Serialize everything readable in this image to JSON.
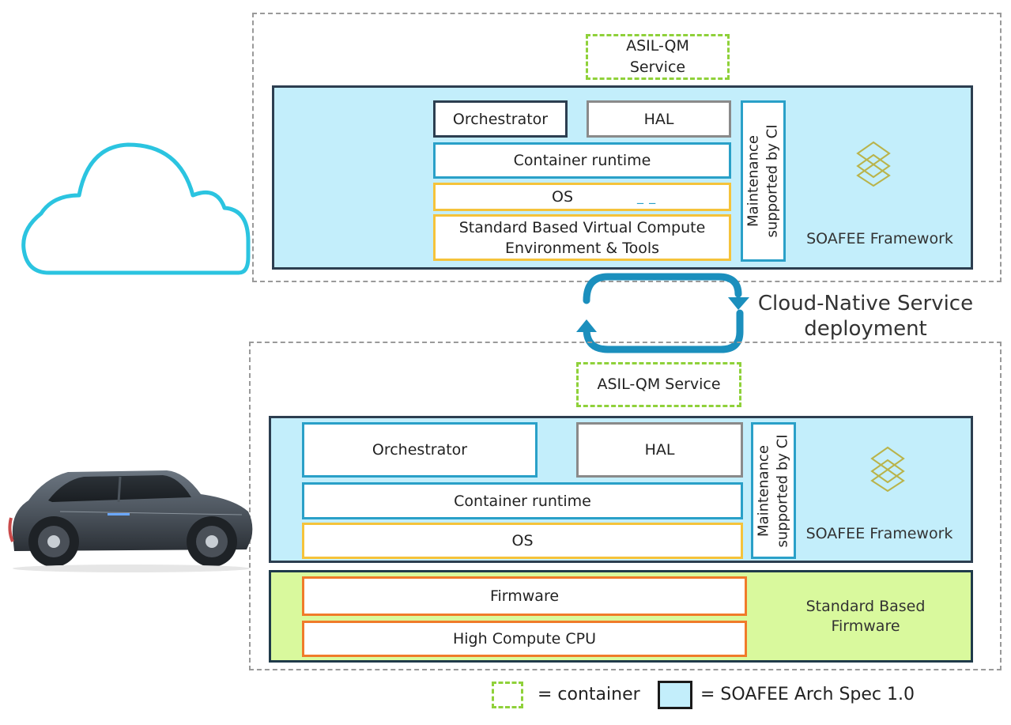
{
  "colors": {
    "soafee_panel": "#c3eefb",
    "firmware_panel": "#d9f99d",
    "cycle_arrow": "#1b8fbd",
    "container_dash": "#8fd13a",
    "cloud": "#2bc4e0",
    "logo": "#b9b34a"
  },
  "cloud_section": {
    "service_line1": "ASIL-QM",
    "service_line2": "Service",
    "orchestrator": "Orchestrator",
    "hal": "HAL",
    "container_runtime": "Container runtime",
    "os": "OS",
    "os_marker": "_ _",
    "compute_line1": "Standard Based Virtual Compute",
    "compute_line2": "Environment & Tools",
    "maintenance_line1": "Maintenance",
    "maintenance_line2": "supported by CI",
    "framework": "SOAFEE Framework"
  },
  "deployment": {
    "line1": "Cloud-Native Service",
    "line2": "deployment"
  },
  "vehicle_section": {
    "service": "ASIL-QM Service",
    "orchestrator": "Orchestrator",
    "hal": "HAL",
    "container_runtime": "Container runtime",
    "os": "OS",
    "maintenance_line1": "Maintenance",
    "maintenance_line2": "supported by CI",
    "framework": "SOAFEE Framework",
    "firmware": "Firmware",
    "cpu": "High Compute CPU",
    "std_fw_line1": "Standard Based",
    "std_fw_line2": "Firmware"
  },
  "legend": {
    "container": "= container",
    "spec": "= SOAFEE Arch Spec 1.0"
  },
  "icons": [
    "cloud-icon",
    "car-image",
    "cycle-arrow-icon",
    "soafee-logo-icon"
  ]
}
